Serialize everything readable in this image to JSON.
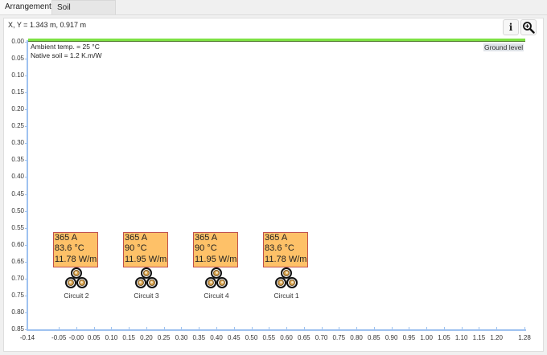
{
  "tabs": [
    {
      "label": "Arrangement",
      "active": true
    },
    {
      "label": "Soil temperature",
      "active": false
    }
  ],
  "coords_text": "X, Y = 1.343 m, 0.917 m",
  "toolbar": {
    "info_icon": "i",
    "zoom_icon": "magnifier-plus"
  },
  "ground_label": "Ground level",
  "info_lines": [
    "Ambient temp. = 25 °C",
    "Native soil = 1.2 K.m/W"
  ],
  "colors": {
    "ground": "#7de243",
    "axis": "#9ec2f0",
    "result_box_fill": "#fec168",
    "result_box_border": "#c0504d"
  },
  "y_axis": {
    "ticks": [
      "0.00",
      "0.05",
      "0.10",
      "0.15",
      "0.20",
      "0.25",
      "0.30",
      "0.35",
      "0.40",
      "0.45",
      "0.50",
      "0.55",
      "0.60",
      "0.65",
      "0.70",
      "0.75",
      "0.80",
      "0.85"
    ]
  },
  "x_axis": {
    "ticks": [
      "-0.14",
      "-0.05",
      "-0.00",
      "0.05",
      "0.10",
      "0.15",
      "0.20",
      "0.25",
      "0.30",
      "0.35",
      "0.40",
      "0.45",
      "0.50",
      "0.55",
      "0.60",
      "0.65",
      "0.70",
      "0.75",
      "0.80",
      "0.85",
      "0.90",
      "0.95",
      "1.00",
      "1.05",
      "1.10",
      "1.15",
      "1.20",
      "1.28"
    ]
  },
  "circuits": [
    {
      "name": "Circuit 2",
      "x": 0.0,
      "depth": 0.7,
      "current": "365 A",
      "temperature": "83.6 °C",
      "losses": "11.78 W/m"
    },
    {
      "name": "Circuit 3",
      "x": 0.2,
      "depth": 0.7,
      "current": "365 A",
      "temperature": "90 °C",
      "losses": "11.95 W/m"
    },
    {
      "name": "Circuit 4",
      "x": 0.4,
      "depth": 0.7,
      "current": "365 A",
      "temperature": "90 °C",
      "losses": "11.95 W/m"
    },
    {
      "name": "Circuit 1",
      "x": 0.6,
      "depth": 0.7,
      "current": "365 A",
      "temperature": "83.6 °C",
      "losses": "11.78 W/m"
    }
  ]
}
